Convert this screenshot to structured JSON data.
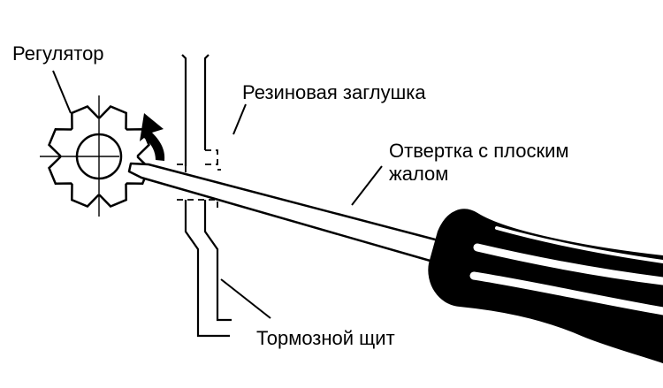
{
  "labels": {
    "regulator": "Регулятор",
    "rubber_plug": "Резиновая заглушка",
    "screwdriver_line1": "Отвертка с плоским",
    "screwdriver_line2": "жалом",
    "brake_shield": "Тормозной щит"
  },
  "colors": {
    "ink": "#000000",
    "background": "#ffffff"
  }
}
